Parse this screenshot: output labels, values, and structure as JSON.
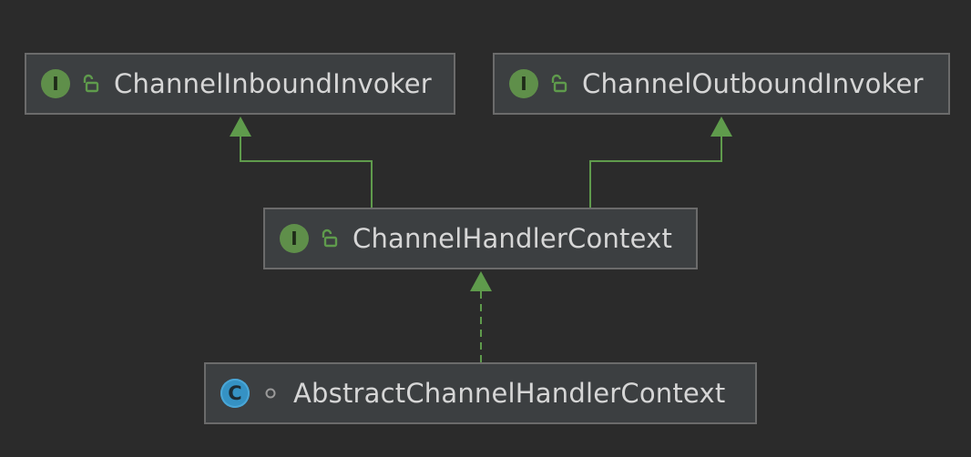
{
  "nodes": {
    "inbound": {
      "label": "ChannelInboundInvoker",
      "kind_badge": "I",
      "kind": "interface",
      "visibility_icon": "public-lock-icon"
    },
    "outbound": {
      "label": "ChannelOutboundInvoker",
      "kind_badge": "I",
      "kind": "interface",
      "visibility_icon": "public-lock-icon"
    },
    "context": {
      "label": "ChannelHandlerContext",
      "kind_badge": "I",
      "kind": "interface",
      "visibility_icon": "public-lock-icon"
    },
    "abstract": {
      "label": "AbstractChannelHandlerContext",
      "kind_badge": "C",
      "kind": "abstract-class",
      "visibility_icon": "package-private-dot-icon"
    }
  },
  "edges": [
    {
      "from": "context",
      "to": "inbound",
      "type": "extends",
      "style": "solid"
    },
    {
      "from": "context",
      "to": "outbound",
      "type": "extends",
      "style": "solid"
    },
    {
      "from": "abstract",
      "to": "context",
      "type": "implements",
      "style": "dashed"
    }
  ],
  "colors": {
    "background": "#2b2b2b",
    "node_fill": "#3c3f41",
    "node_border": "#6b6b6b",
    "text": "#d6d6d6",
    "edge": "#5f9b4c",
    "interface_badge": "#5f8f4a",
    "class_badge": "#3592c4"
  }
}
